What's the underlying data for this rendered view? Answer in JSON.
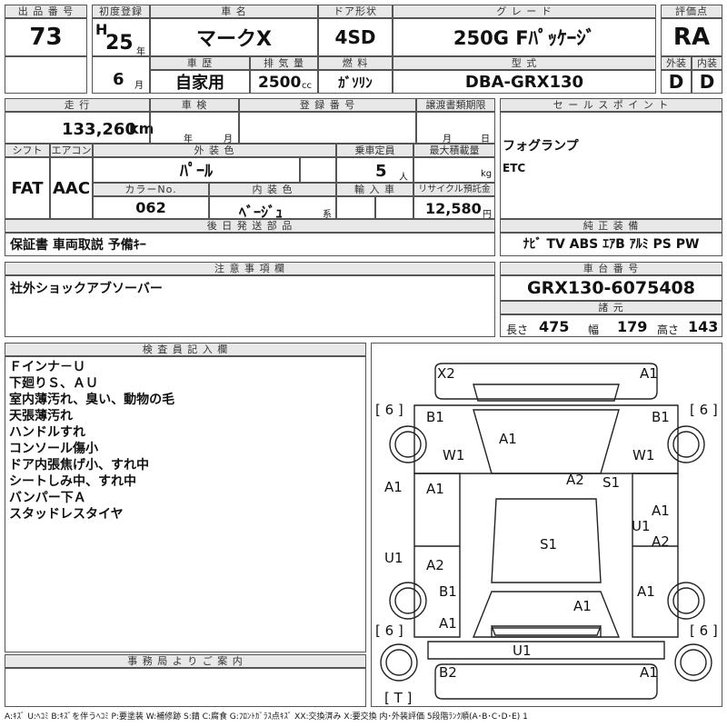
{
  "sheet": {
    "lot_label": "出 品 番 号",
    "lot_number": "73",
    "first_reg_label": "初度登録",
    "era_letter": "H",
    "reg_year": "25",
    "year_unit": "年",
    "reg_month": "6",
    "month_unit": "月",
    "car_name_label": "車 名",
    "car_name": "マークX",
    "door_label": "ドア形状",
    "door": "4SD",
    "grade_label": "グ レ ー ド",
    "grade": "250G Fﾊﾟｯｹｰｼﾞ",
    "score_label": "評価点",
    "score": "RA",
    "history_label": "車 歴",
    "history": "自家用",
    "displacement_label": "排 気 量",
    "displacement": "2500",
    "displacement_unit": "cc",
    "fuel_label": "燃 料",
    "fuel": "ｶﾞｿﾘﾝ",
    "model_label": "型 式",
    "model": "DBA-GRX130",
    "exterior_label": "外装",
    "exterior_grade": "D",
    "interior_label": "内装",
    "interior_grade": "D",
    "mileage_label": "走 行",
    "mileage": "133,260",
    "mileage_unit": "km",
    "inspection_label": "車 検",
    "inspection_year_unit": "年",
    "inspection_month_unit": "月",
    "plate_label": "登 録 番 号",
    "transfer_label": "譲渡書類期限",
    "transfer_month_unit": "月",
    "transfer_day_unit": "日",
    "shift_label": "シフト",
    "shift": "FAT",
    "ac_label": "エアコン",
    "ac": "AAC",
    "color_label": "外 装 色",
    "color": "ﾊﾟｰﾙ",
    "capacity_label": "乗車定員",
    "capacity": "5",
    "capacity_unit": "人",
    "load_label": "最大積載量",
    "load_unit": "kg",
    "color_no_label": "カラーNo.",
    "color_no": "062",
    "interior_color_label": "内 装 色",
    "interior_color": "ﾍﾞｰｼﾞｭ",
    "interior_color_unit": "系",
    "import_label": "輸 入 車",
    "recycle_label": "リサイクル預託金",
    "recycle": "12,580",
    "recycle_unit": "円",
    "later_parts_label": "後 日 発 送 部 品",
    "later_parts": "保証書 車両取説 予備ｷｰ",
    "sales_label": "セ ー ル ス ポ イ ン ト",
    "sales_points": [
      "フォグランプ",
      "ETC"
    ],
    "equip_label": "純 正 装 備",
    "equipment": "ﾅﾋﾞ TV ABS ｴｱB ｱﾙﾐ PS PW",
    "notes_label": "注 意 事 項 欄",
    "notes": "社外ショックアブソーバー",
    "chassis_label": "車 台 番 号",
    "chassis": "GRX130-6075408",
    "dims_label": "諸 元",
    "length_label": "長さ",
    "length": "475",
    "width_label": "幅",
    "width": "179",
    "height_label": "高さ",
    "height": "143",
    "inspector_label": "検 査 員 記 入 欄",
    "inspector_lines": [
      "Ｆインナ－Ｕ",
      "下廻りＳ、ＡＵ",
      "室内薄汚れ、臭い、動物の毛",
      "天張薄汚れ",
      "ハンドルすれ",
      "コンソール傷小",
      "ドア内張焦げ小、すれ中",
      "シートしみ中、すれ中",
      "バンパー下Ａ",
      "スタッドレスタイヤ"
    ],
    "office_label": "事 務 局 よ り ご 案 内",
    "legend": "A:ｷｽﾞ U:ﾍｺﾐ B:ｷｽﾞを伴うﾍｺﾐ P:要塗装 W:補修跡 S:錆 C:腐食 G:ﾌﾛﾝﾄｶﾞﾗｽ点ｷｽﾞ XX:交換済み X:要交換 内･外装評価 5段階ﾗﾝｸ順(A･B･C･D･E) 1"
  },
  "diagram": {
    "tire_marks": [
      "[ 6 ]",
      "[ 6 ]",
      "[ 6 ]",
      "[ 6 ]"
    ],
    "spare_mark": "[ T ]",
    "codes": [
      "X2",
      "A1",
      "B1",
      "B1",
      "A1",
      "W1",
      "W1",
      "A2",
      "S1",
      "A1",
      "A1",
      "A1",
      "U1",
      "A2",
      "U1",
      "S1",
      "A2",
      "B1",
      "A1",
      "A1",
      "A1",
      "U1",
      "B2",
      "A1"
    ]
  }
}
